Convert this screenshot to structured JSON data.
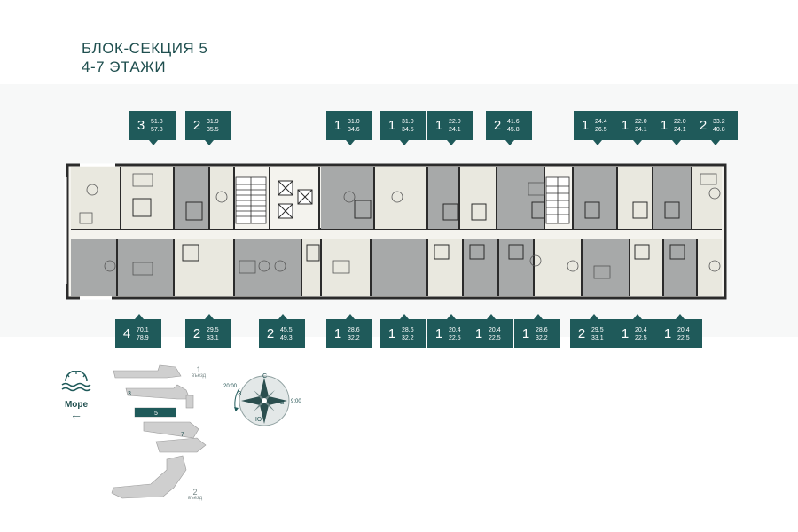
{
  "header": {
    "title_line1": "БЛОК-СЕКЦИЯ 5",
    "title_line2": "4-7 ЭТАЖИ"
  },
  "top_units": [
    {
      "rooms": "3",
      "area1": "51.8",
      "area2": "57.8"
    },
    {
      "rooms": "2",
      "area1": "31.9",
      "area2": "35.5"
    },
    {
      "rooms": "1",
      "area1": "31.0",
      "area2": "34.6"
    },
    {
      "rooms": "1",
      "area1": "31.0",
      "area2": "34.5"
    },
    {
      "rooms": "1",
      "area1": "22.0",
      "area2": "24.1"
    },
    {
      "rooms": "2",
      "area1": "41.6",
      "area2": "45.8"
    },
    {
      "rooms": "1",
      "area1": "24.4",
      "area2": "26.5"
    },
    {
      "rooms": "1",
      "area1": "22.0",
      "area2": "24.1"
    },
    {
      "rooms": "1",
      "area1": "22.0",
      "area2": "24.1"
    },
    {
      "rooms": "2",
      "area1": "33.2",
      "area2": "40.8"
    }
  ],
  "bottom_units": [
    {
      "rooms": "4",
      "area1": "70.1",
      "area2": "78.9"
    },
    {
      "rooms": "2",
      "area1": "29.5",
      "area2": "33.1"
    },
    {
      "rooms": "2",
      "area1": "45.5",
      "area2": "49.3"
    },
    {
      "rooms": "1",
      "area1": "28.6",
      "area2": "32.2"
    },
    {
      "rooms": "1",
      "area1": "28.6",
      "area2": "32.2"
    },
    {
      "rooms": "1",
      "area1": "20.4",
      "area2": "22.5"
    },
    {
      "rooms": "1",
      "area1": "20.4",
      "area2": "22.5"
    },
    {
      "rooms": "1",
      "area1": "28.6",
      "area2": "32.2"
    },
    {
      "rooms": "2",
      "area1": "29.5",
      "area2": "33.1"
    },
    {
      "rooms": "1",
      "area1": "20.4",
      "area2": "22.5"
    },
    {
      "rooms": "1",
      "area1": "20.4",
      "area2": "22.5"
    }
  ],
  "sea": {
    "label": "Море"
  },
  "keyplan": {
    "highlighted_section": "5",
    "section_labels": [
      "3",
      "5",
      "7"
    ],
    "entrance1_num": "1",
    "entrance1_text": "въезд",
    "entrance2_num": "2",
    "entrance2_text": "въезд"
  },
  "compass": {
    "north": "С",
    "east": "В",
    "south": "Ю",
    "west": "З",
    "west_time": "20:00",
    "east_time": "9:00"
  },
  "colors": {
    "accent": "#1f5a5a",
    "unit_gray": "#a7a9a9",
    "unit_light": "#e9e8df",
    "wall": "#2b2b2b",
    "keyplan_gray": "#c9c9c9"
  }
}
